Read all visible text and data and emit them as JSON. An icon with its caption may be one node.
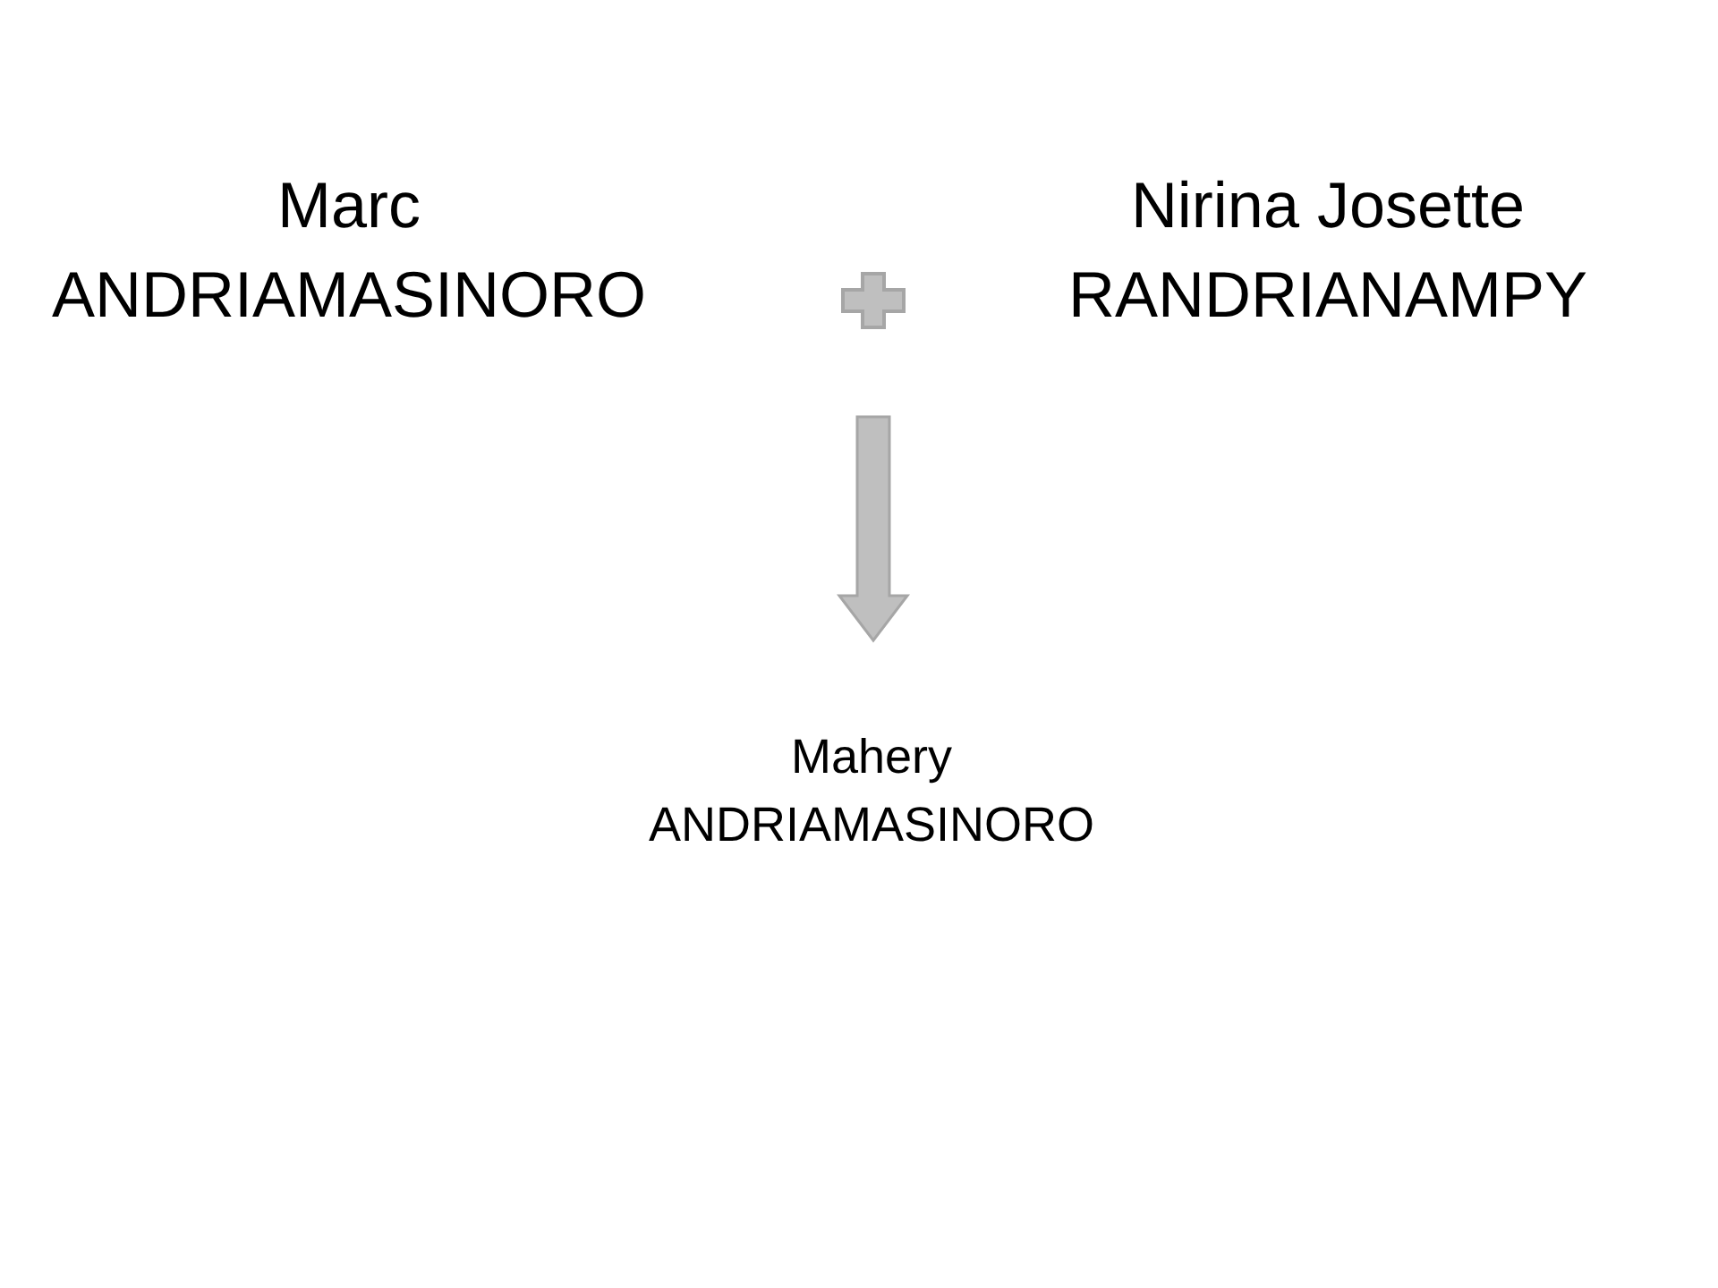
{
  "diagram": {
    "nodes": [
      {
        "text": [
          "Marc ANDRIAMASINORO"
        ]
      },
      {
        "text": [],
        "shape": "plus"
      },
      {
        "text": [
          "Nirina Josette RANDRIANAMPY"
        ]
      },
      {
        "text": [
          "Mahery ANDRIAMASINORO"
        ]
      }
    ],
    "edges": [
      {
        "from": 1,
        "to": 3,
        "arrow": "to"
      }
    ]
  }
}
